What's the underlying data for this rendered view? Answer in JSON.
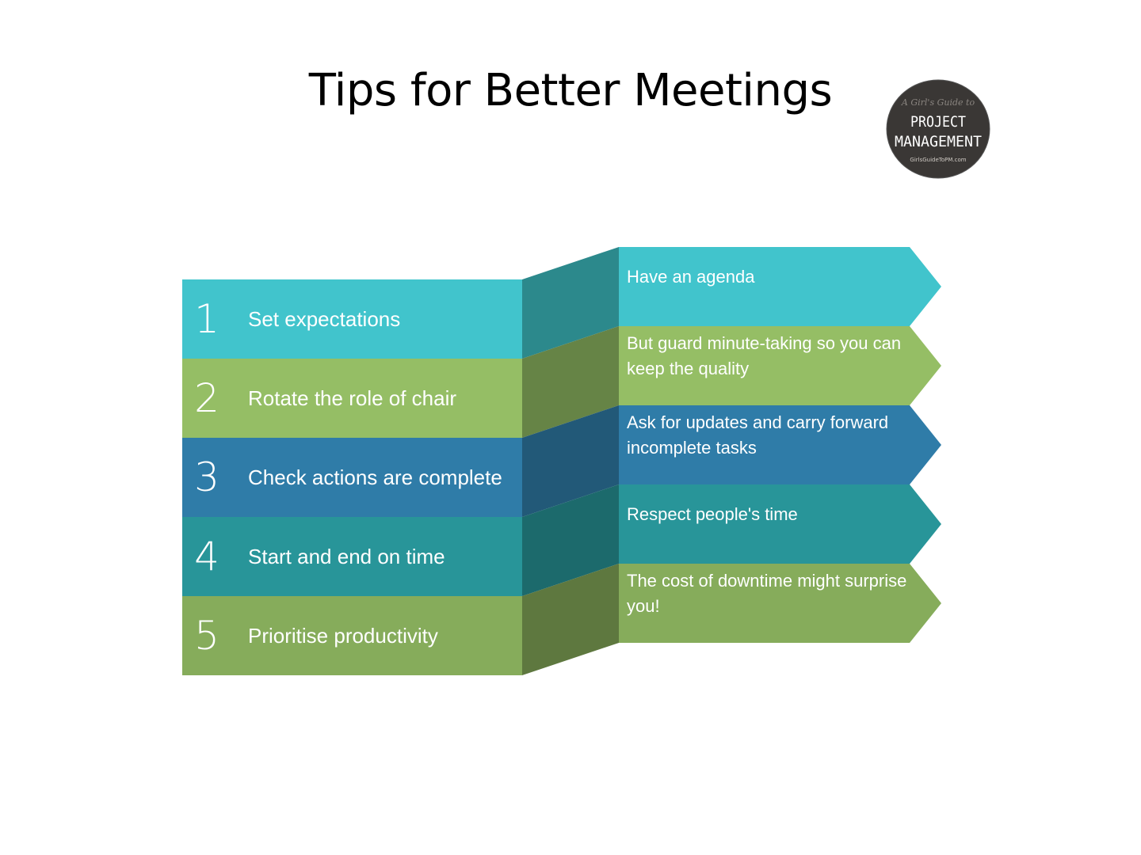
{
  "title": "Tips for Better Meetings",
  "logo": {
    "script_line": "A Girl's Guide to",
    "line1": "PROJECT",
    "line2": "MANAGEMENT",
    "url": "GirlsGuideToPM.com"
  },
  "colors": {
    "background": "#ffffff",
    "logo_bg": "#3a3735"
  },
  "steps": [
    {
      "number": "1",
      "label": "Set expectations",
      "tip": "Have an agenda",
      "color": "#41c4cc",
      "connector": "#2c898c"
    },
    {
      "number": "2",
      "label": "Rotate the role of chair",
      "tip": "But guard minute-taking so you can keep the quality",
      "color": "#95be65",
      "connector": "#668446"
    },
    {
      "number": "3",
      "label": "Check actions are complete",
      "tip": "Ask for updates and carry forward incomplete tasks",
      "color": "#2f7ca8",
      "connector": "#225978"
    },
    {
      "number": "4",
      "label": "Start and end on time",
      "tip": "Respect people's time",
      "color": "#289599",
      "connector": "#1c6a6c"
    },
    {
      "number": "5",
      "label": "Prioritise productivity",
      "tip": "The cost of downtime might surprise you!",
      "color": "#86ac5b",
      "connector": "#5e783f"
    }
  ]
}
